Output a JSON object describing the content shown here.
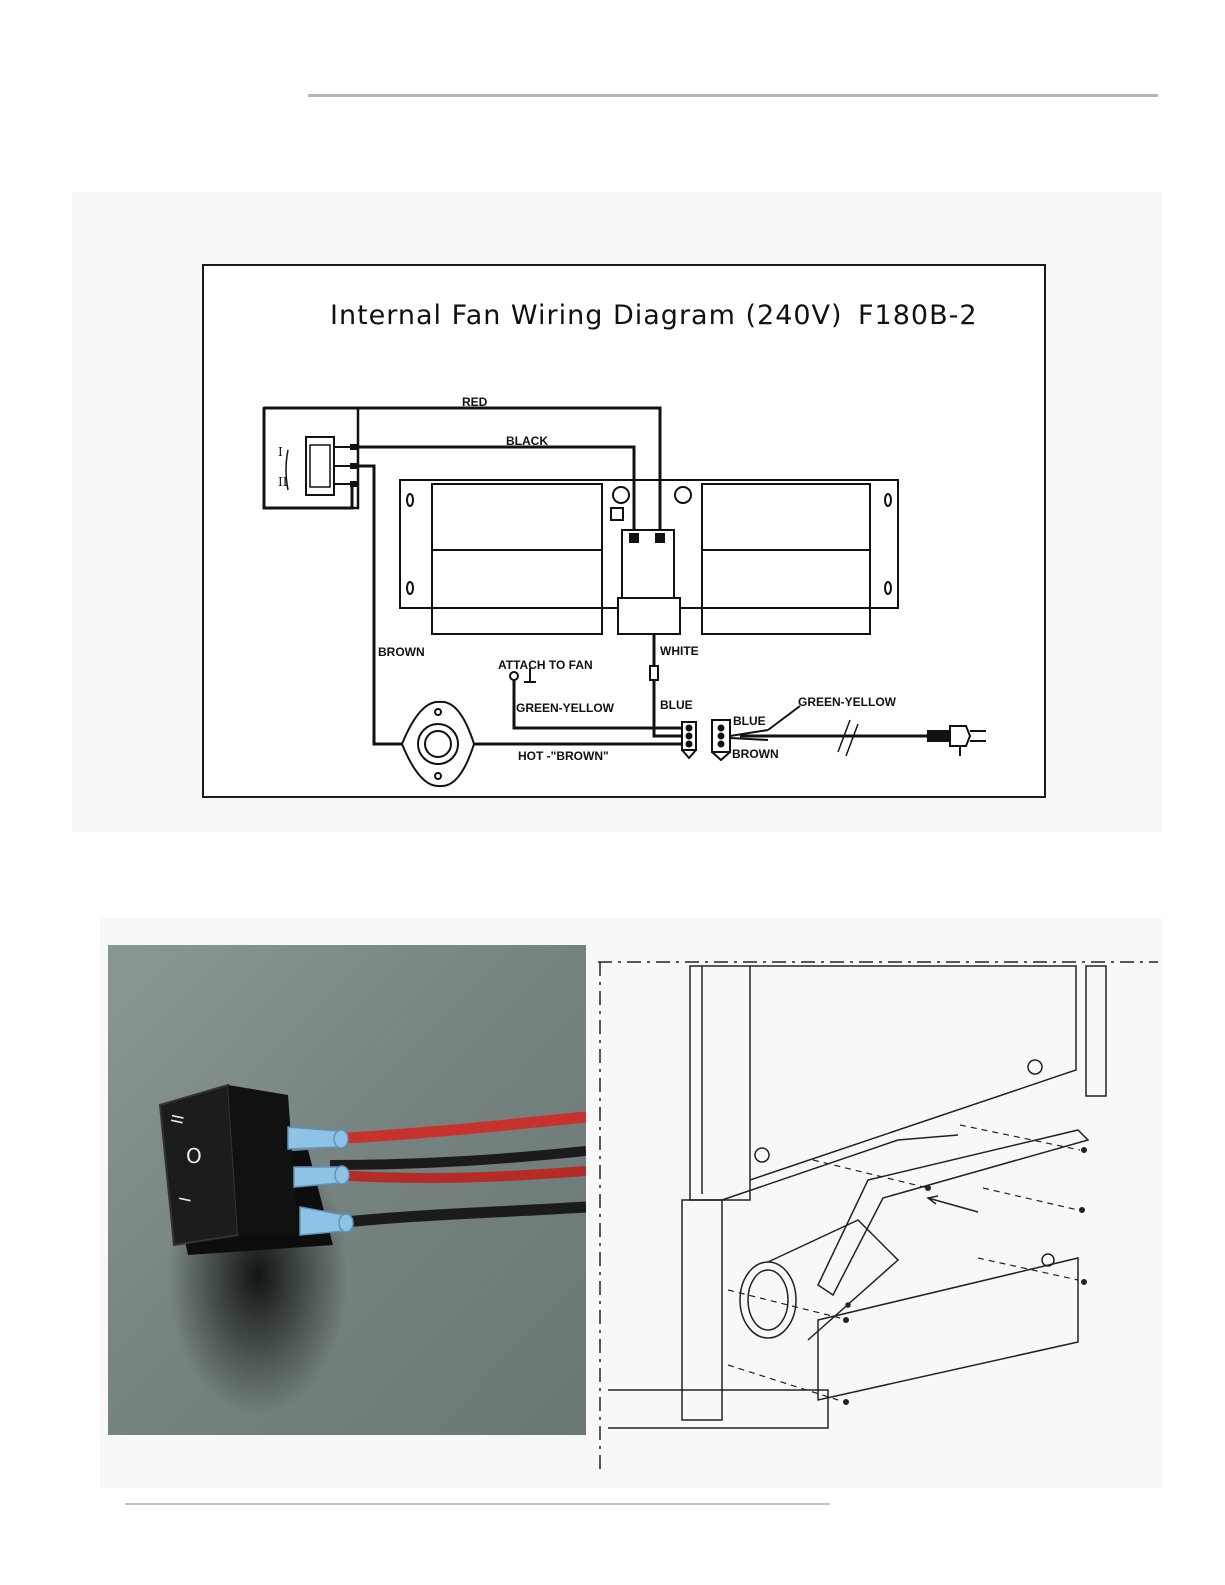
{
  "diagram": {
    "title": "Internal Fan Wiring Diagram (240V)",
    "code": "F180B-2",
    "wire_labels": {
      "red": "RED",
      "black": "BLACK",
      "brown": "BROWN",
      "attach_to_fan": "ATTACH TO FAN",
      "white": "WHITE",
      "green_yellow_left": "GREEN-YELLOW",
      "blue_left": "BLUE",
      "green_yellow_right": "GREEN-YELLOW",
      "blue_right": "BLUE",
      "brown_right": "BROWN",
      "hot_brown": "HOT -\"BROWN\""
    },
    "switch_positions": {
      "one": "I",
      "two": "II"
    }
  },
  "photo": {
    "switch_symbols": {
      "top": "II",
      "middle": "O",
      "bottom": "I"
    }
  },
  "colors": {
    "rule": "#b5b5b5",
    "wire_red": "#c8322e",
    "wire_black": "#1b1b1b",
    "terminal_blue": "#8fc3e6",
    "concrete": "#7d8a87"
  }
}
